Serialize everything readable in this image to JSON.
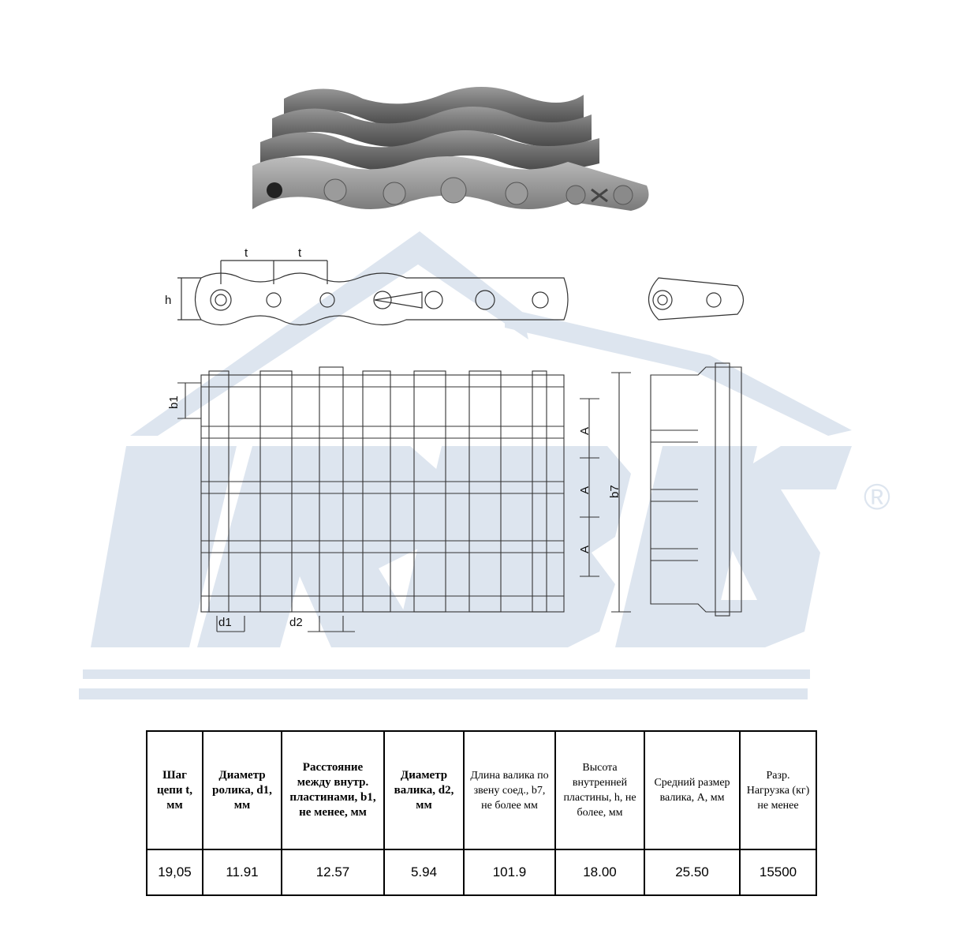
{
  "watermark": {
    "brand": "IRBIS",
    "registered": "®",
    "color": "#dbe3ee"
  },
  "dimension_labels": {
    "t1": "t",
    "t2": "t",
    "h": "h",
    "b1": "b1",
    "A1": "A",
    "A2": "A",
    "A3": "A",
    "b7": "b7",
    "d1": "d1",
    "d2": "d2"
  },
  "table": {
    "headers": [
      "Шаг цепи t, мм",
      "Диаметр ролика, d1, мм",
      "Расстояние между внутр. пластинами, b1, не менее, мм",
      "Диаметр валика, d2, мм",
      "Длина валика по звену соед., b7, не более мм",
      "Высота внутренней пластины, h, не более, мм",
      "Средний размер валика, А, мм",
      "Разр. Нагрузка (кг) не менее"
    ],
    "rows": [
      [
        "19,05",
        "11.91",
        "12.57",
        "5.94",
        "101.9",
        "18.00",
        "25.50",
        "15500"
      ]
    ]
  }
}
